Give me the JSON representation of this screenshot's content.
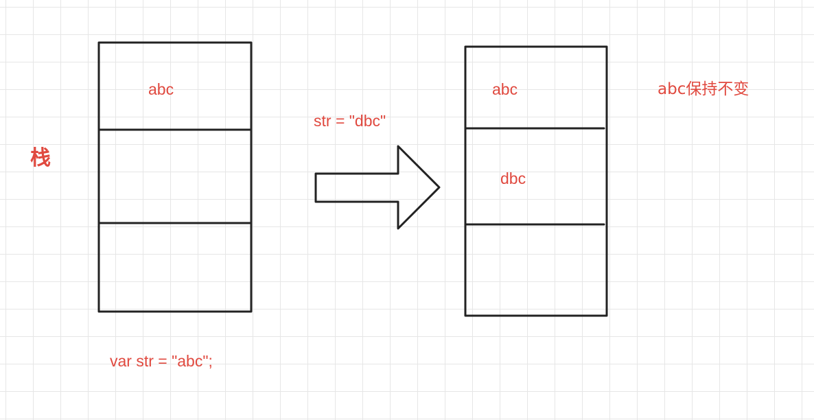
{
  "diagram": {
    "stack_label": "栈",
    "before_stack": {
      "cells": [
        "abc",
        "",
        ""
      ]
    },
    "after_stack": {
      "cells": [
        "abc",
        "dbc",
        ""
      ]
    },
    "initial_code": "var str = \"abc\";",
    "assignment_code": "str = \"dbc\"",
    "note": "abc保持不变",
    "text_color": "#e0493f",
    "line_color": "#222222",
    "grid_color": "#e6e6e6"
  }
}
